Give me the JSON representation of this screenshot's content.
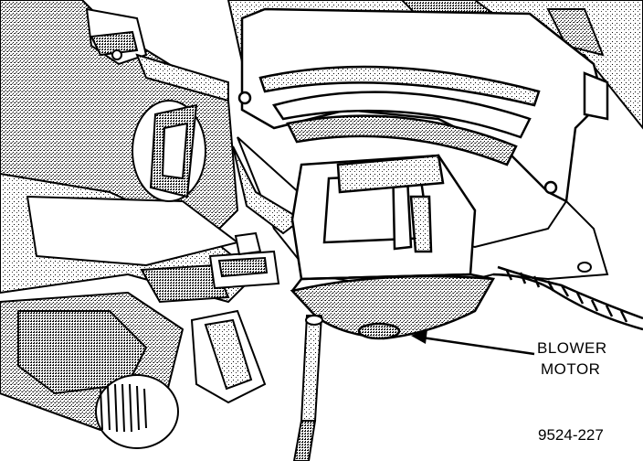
{
  "figure": {
    "callout": {
      "line1": "BLOWER",
      "line2": "MOTOR"
    },
    "figure_number": "9524-227"
  }
}
